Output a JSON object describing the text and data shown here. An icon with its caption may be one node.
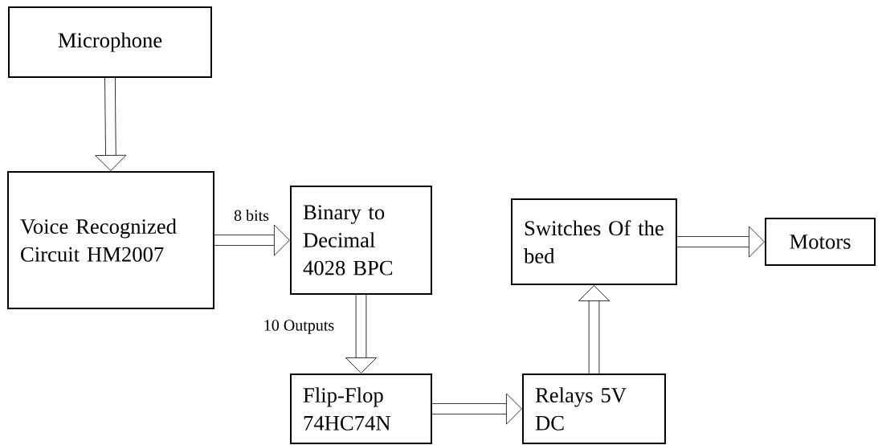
{
  "diagram": {
    "nodes": [
      {
        "text": [
          "Microphone"
        ]
      },
      {
        "text": [
          "Voice Recognized Circuit HM2007"
        ]
      },
      {
        "text": [
          "Binary to Decimal 4028 BPC"
        ]
      },
      {
        "text": [
          "Flip-Flop 74HC74N"
        ]
      },
      {
        "text": [
          "Relays 5V DC"
        ]
      },
      {
        "text": [
          "Switches Of the bed"
        ]
      },
      {
        "text": [
          "Motors"
        ]
      }
    ],
    "edges": [
      {
        "from": 0,
        "to": 1,
        "arrow": "to"
      },
      {
        "from": 1,
        "to": 2,
        "arrow": "to",
        "label": "8 bits"
      },
      {
        "from": 2,
        "to": 3,
        "arrow": "to",
        "label": "10 Outputs"
      },
      {
        "from": 3,
        "to": 4,
        "arrow": "to"
      },
      {
        "from": 4,
        "to": 5,
        "arrow": "to"
      },
      {
        "from": 5,
        "to": 6,
        "arrow": "to"
      }
    ]
  }
}
